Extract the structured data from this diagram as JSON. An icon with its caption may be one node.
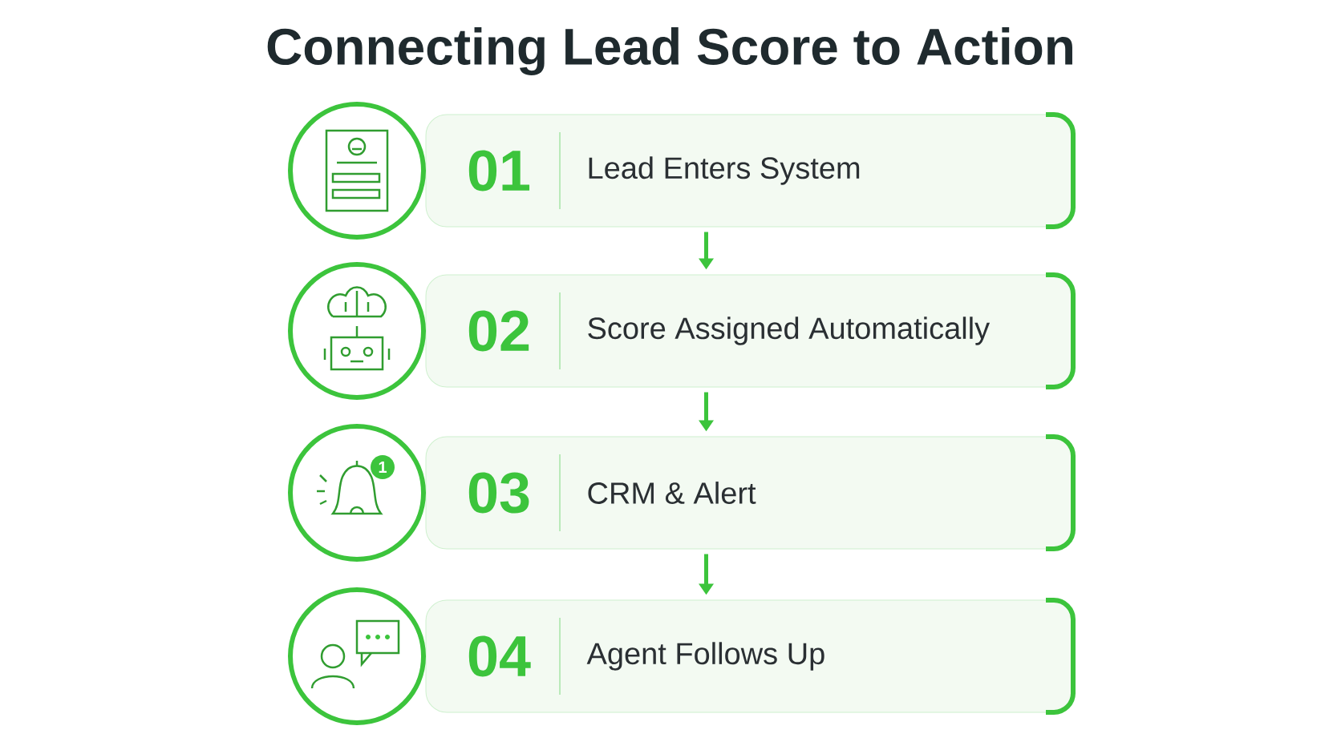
{
  "diagram": {
    "title": "Connecting Lead Score to Action",
    "nodes": [
      {
        "text": [
          "01",
          "Lead Enters System"
        ]
      },
      {
        "text": [
          "02",
          "Score Assigned Automatically"
        ]
      },
      {
        "text": [
          "03",
          "CRM & Alert"
        ]
      },
      {
        "text": [
          "04",
          "Agent Follows Up"
        ]
      }
    ],
    "edges": [
      {
        "from": 0,
        "to": 1,
        "arrow": "to"
      },
      {
        "from": 1,
        "to": 2,
        "arrow": "to"
      },
      {
        "from": 2,
        "to": 3,
        "arrow": "to"
      }
    ],
    "labels": [
      "1"
    ]
  }
}
